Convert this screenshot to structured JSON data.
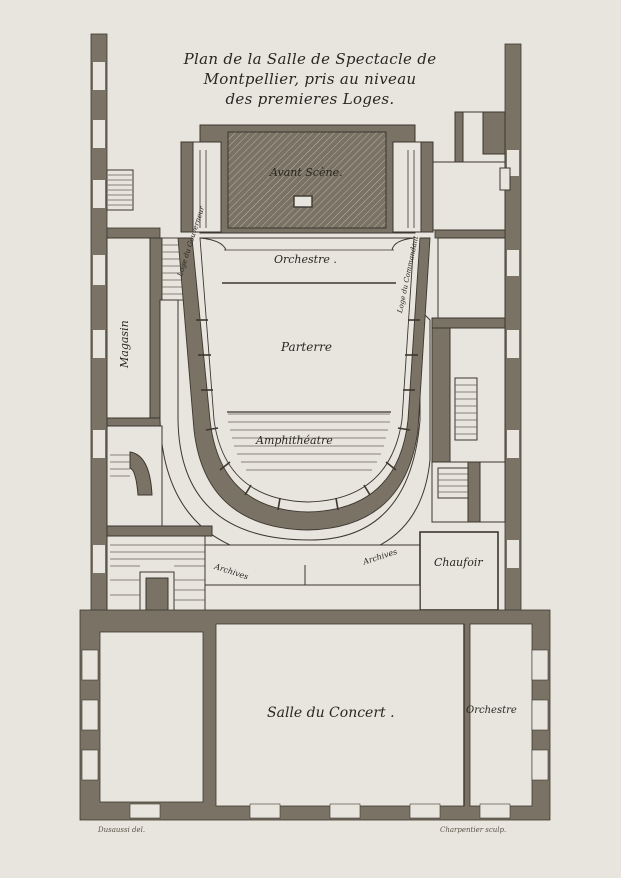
{
  "title": {
    "line1": "Plan de la Salle de Spectacle de",
    "line2": "Montpellier, pris au niveau",
    "line3": "des premieres Loges."
  },
  "labels": {
    "avant_scene": "Avant Scène.",
    "orchestre": "Orchestre .",
    "parterre": "Parterre",
    "amphitheatre": "Amphithéatre",
    "loge_gouverneur": "Loge du Gouverneur",
    "loge_commandant": "Loge du Commandant",
    "magasin": "Magasin",
    "archives_left": "Archives",
    "archives_right": "Archives",
    "chauffoir": "Chaufoir",
    "salle_concert": "Salle du Concert .",
    "orchestre_concert": "Orchestre"
  },
  "credits": {
    "left": "Dusaussi del.",
    "right": "Charpentier sculp."
  },
  "colors": {
    "paper": "#e8e5df",
    "wall": "#7a7264",
    "ink": "#2a2620",
    "hatch": "#b9b3a6"
  }
}
